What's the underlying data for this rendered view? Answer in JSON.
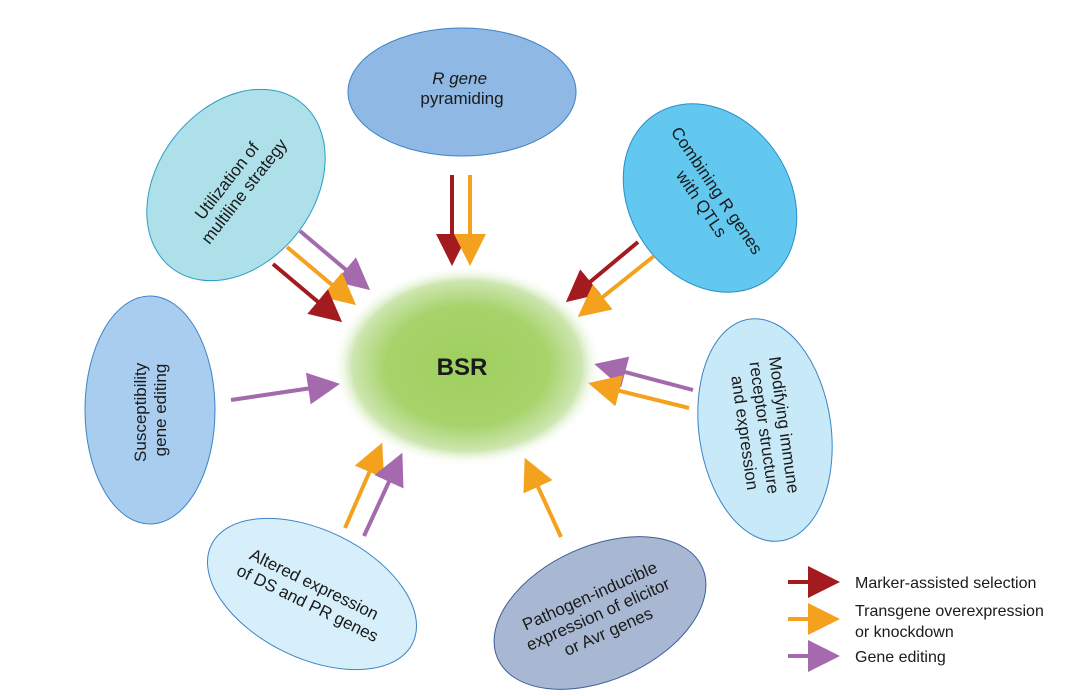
{
  "center": {
    "label": "BSR"
  },
  "nodes": {
    "r_gene_pyramiding": {
      "lines": [
        "R gene",
        "pyramiding"
      ],
      "color": "#8fb8e4"
    },
    "combining": {
      "lines": [
        "Combining R genes",
        "with QTLs"
      ],
      "color": "#62c8ef"
    },
    "modifying": {
      "lines": [
        "Modifying immune",
        "receptor structure",
        "and expression"
      ],
      "color": "#c8e9f7"
    },
    "pathogen": {
      "lines": [
        "Pathogen-inducible",
        "expression of elicitor",
        "or Avr genes"
      ],
      "color": "#a9b8d2"
    },
    "altered": {
      "lines": [
        "Altered expression",
        "of DS and PR genes"
      ],
      "color": "#d6effa"
    },
    "susceptibility": {
      "lines": [
        "Susceptibility",
        "gene editing"
      ],
      "color": "#a9cdee"
    },
    "multiline": {
      "lines": [
        "Utilization of",
        "multiline strategy"
      ],
      "color": "#aee0ea"
    }
  },
  "colors": {
    "marker_assisted": "#a31a1f",
    "transgene": "#f4a21d",
    "gene_editing": "#a56aae"
  },
  "legend": [
    {
      "key": "marker_assisted",
      "label_lines": [
        "Marker-assisted selection"
      ]
    },
    {
      "key": "transgene",
      "label_lines": [
        "Transgene overexpression",
        "or knockdown"
      ]
    },
    {
      "key": "gene_editing",
      "label_lines": [
        "Gene editing"
      ]
    }
  ]
}
